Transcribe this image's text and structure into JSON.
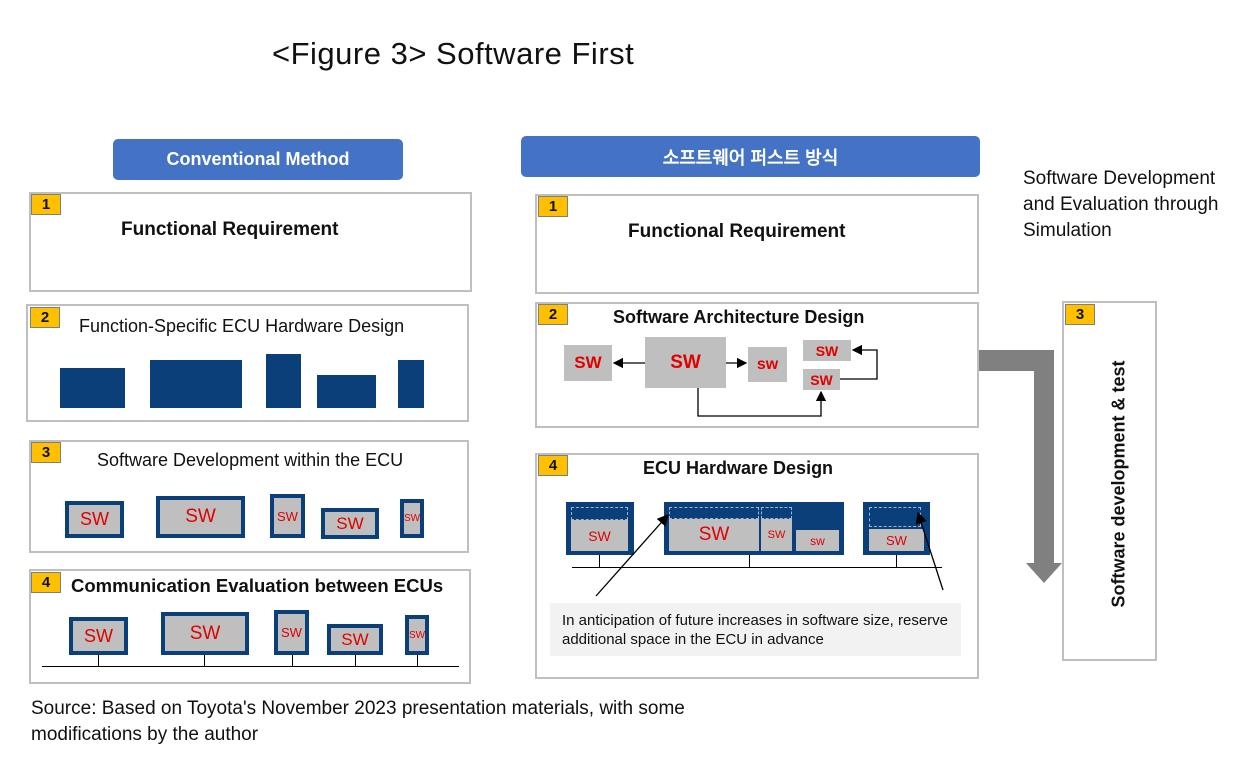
{
  "title": "<Figure 3> Software First",
  "left": {
    "header": "Conventional Method",
    "b1": {
      "num": "1",
      "title": "Functional Requirement"
    },
    "b2": {
      "num": "2",
      "title": "Function-Specific ECU Hardware Design"
    },
    "b3": {
      "num": "3",
      "title": "Software Development within the ECU"
    },
    "b4": {
      "num": "4",
      "title": "Communication Evaluation between ECUs"
    },
    "sw": "SW"
  },
  "right": {
    "header": "소프트웨어 퍼스트 방식",
    "b1": {
      "num": "1",
      "title": "Functional Requirement"
    },
    "b2": {
      "num": "2",
      "title": "Software Architecture Design"
    },
    "b4": {
      "num": "4",
      "title": "ECU Hardware Design"
    },
    "sw_upper": "SW",
    "sw_lower": "sw",
    "note": "In anticipation of future increases in software size, reserve additional space in the ECU in advance"
  },
  "side": {
    "caption": "Software Development and Evaluation through Simulation",
    "num": "3",
    "vertical_label": "Software development & test"
  },
  "colors": {
    "header": "#4472c4",
    "hw": "#0b3f7a",
    "badge": "#ffc000",
    "sw_text": "#e00000",
    "arrow": "#808080"
  },
  "source": "Source: Based on Toyota's November 2023 presentation materials, with some modifications by the author"
}
